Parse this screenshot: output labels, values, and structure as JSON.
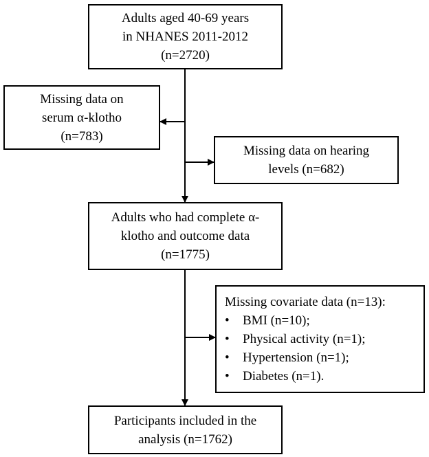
{
  "boxes": {
    "start": {
      "lines": [
        "Adults aged 40-69 years",
        "in NHANES 2011-2012",
        "(n=2720)"
      ]
    },
    "missing_klotho": {
      "lines": [
        "Missing data on",
        "serum α-klotho",
        "(n=783)"
      ]
    },
    "missing_hearing": {
      "lines": [
        "Missing data on hearing",
        "levels (n=682)"
      ]
    },
    "complete": {
      "lines": [
        "Adults who had complete α-",
        "klotho and outcome data",
        "(n=1775)"
      ]
    },
    "missing_covariate": {
      "title": "Missing covariate data (n=13):",
      "bullets": [
        "BMI (n=10);",
        "Physical activity (n=1);",
        "Hypertension (n=1);",
        "Diabetes (n=1)."
      ],
      "bullet_symbol": "•"
    },
    "final": {
      "lines": [
        "Participants included in the",
        "analysis (n=1762)"
      ]
    }
  }
}
